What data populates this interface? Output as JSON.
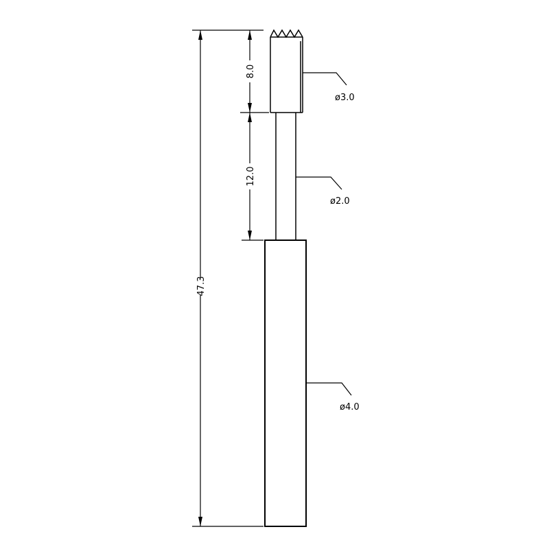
{
  "dimensions": {
    "overall_length": "47.3",
    "tip_length": "8.0",
    "neck_length": "12.0"
  },
  "callouts": {
    "tip_diameter": "ø3.0",
    "neck_diameter": "ø2.0",
    "shank_diameter": "ø4.0"
  }
}
